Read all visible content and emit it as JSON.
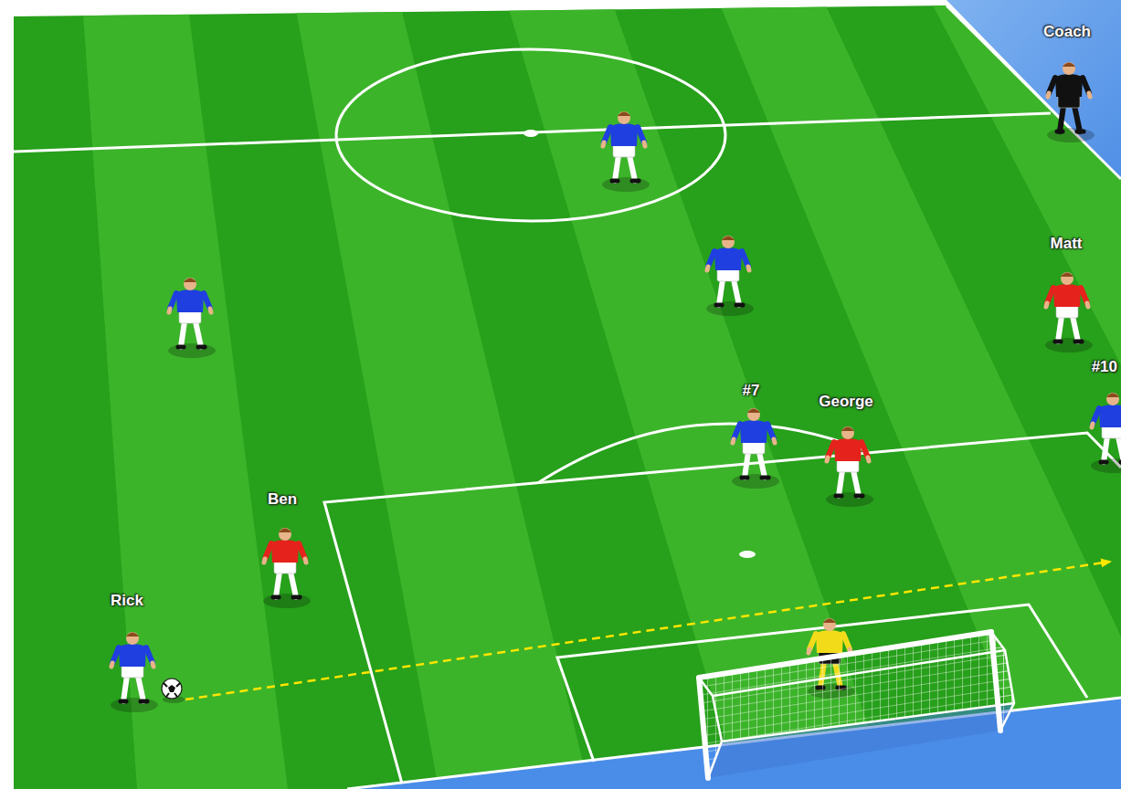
{
  "diagram": {
    "labels": [
      "Coach",
      "Matt",
      "#10",
      "#7",
      "George",
      "Ben",
      "Rick"
    ]
  }
}
